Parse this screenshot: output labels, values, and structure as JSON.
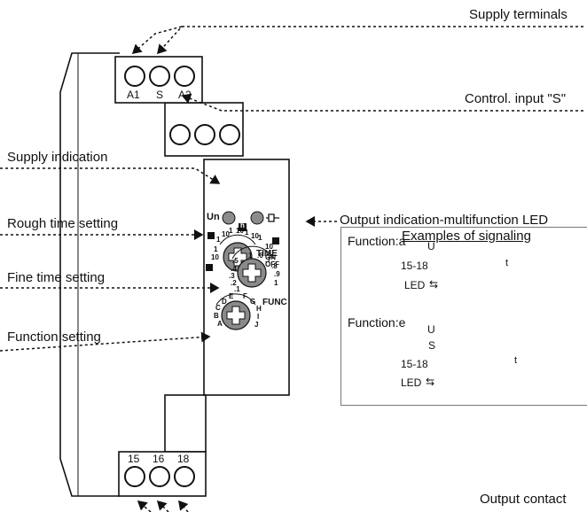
{
  "callouts": {
    "supply_terminals": "Supply terminals",
    "control_input": "Control. input \"S\"",
    "supply_indication": "Supply indication",
    "output_indication": "Output indication-multifunction LED",
    "rough_time": "Rough time setting",
    "fine_time": "Fine time setting",
    "function_setting": "Function setting",
    "output_contact": "Output contact"
  },
  "terminals": {
    "top": [
      "A1",
      "S",
      "A2"
    ],
    "bottom": [
      "15",
      "16",
      "18"
    ]
  },
  "front_panel": {
    "un_label": "Un",
    "time_label": "TIME",
    "func_label": "FUNC",
    "led_badge": "h",
    "rough_scale": [
      "m",
      "1",
      "10",
      "1",
      "10",
      "1",
      "10",
      "1",
      "d",
      "10",
      "ON",
      "OFF",
      "S",
      "10",
      "1"
    ],
    "fine_scale": [
      ".5",
      ".4",
      ".3",
      ".2",
      ".1",
      "1",
      ".6",
      ".7",
      ".8",
      ".9",
      "1"
    ],
    "func_scale": [
      "E",
      "D",
      "C",
      "B",
      "A",
      "F",
      "G",
      "H",
      "I",
      "J"
    ]
  },
  "signal_box": {
    "title": "Examples of signaling",
    "function_a": {
      "label": "Function:a",
      "rows": [
        "U",
        "15-18",
        "LED"
      ],
      "t_label": "t"
    },
    "function_e": {
      "label": "Function:e",
      "rows": [
        "U",
        "S",
        "15-18",
        "LED"
      ],
      "t_label": "t"
    }
  },
  "colors": {
    "line": "#111111",
    "fill_light": "#e6e6e6",
    "knob": "#8a8a8a",
    "led": "#8c8c8c"
  }
}
